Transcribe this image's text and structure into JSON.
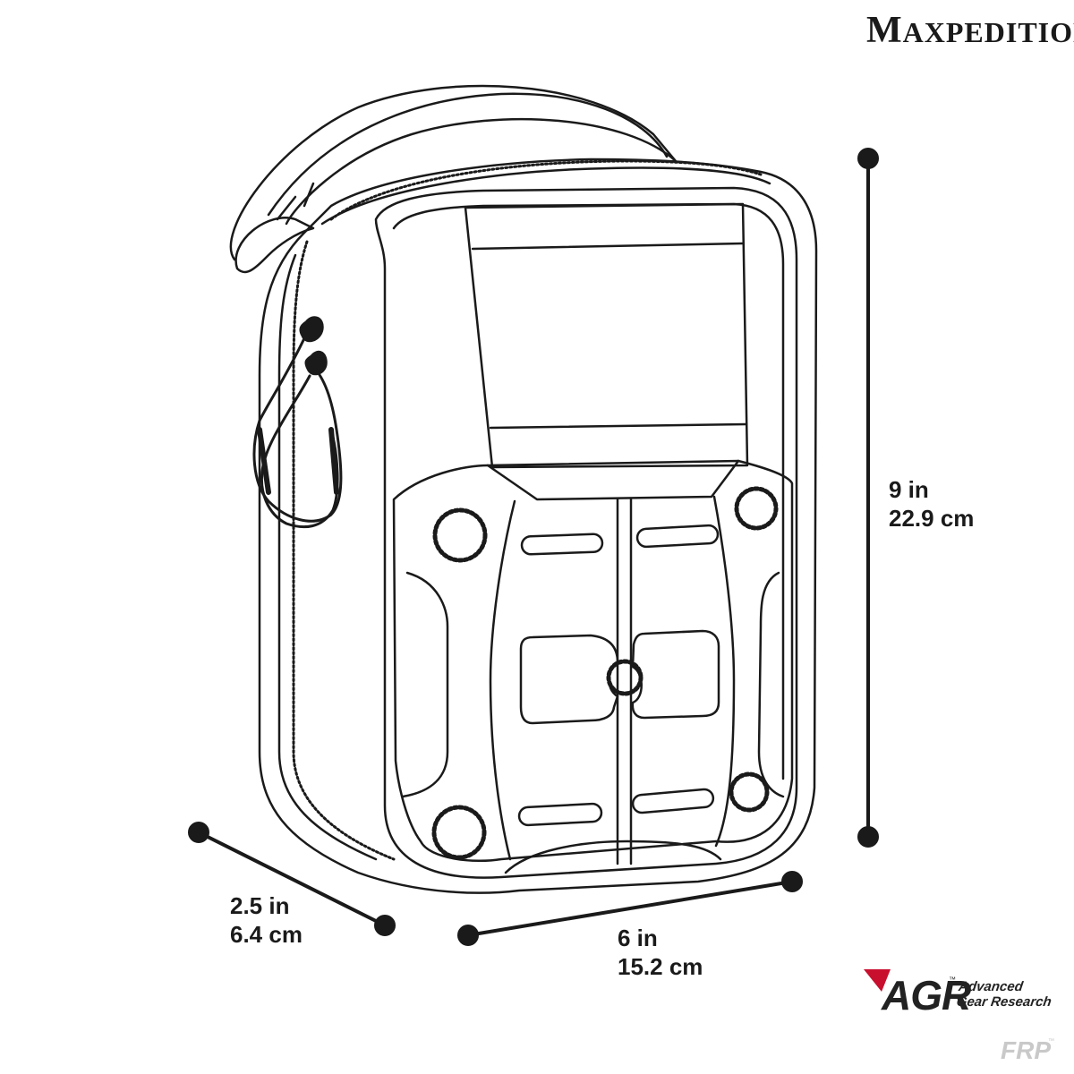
{
  "brand": {
    "name_first": "M",
    "name_rest": "AXPEDITION",
    "trademark": "®"
  },
  "dimensions": {
    "height": {
      "imperial": "9 in",
      "metric": "22.9 cm"
    },
    "depth": {
      "imperial": "2.5 in",
      "metric": "6.4 cm"
    },
    "width": {
      "imperial": "6 in",
      "metric": "15.2 cm"
    }
  },
  "agr_logo": {
    "mark": "AGR",
    "trademark": "™",
    "line1": "Advanced",
    "line2": "Gear Research"
  },
  "series": {
    "name": "FRP",
    "trademark": "™"
  },
  "colors": {
    "line": "#1a1a1a",
    "agr_accent": "#c8102e",
    "frp_gray": "#c9c9c9"
  }
}
